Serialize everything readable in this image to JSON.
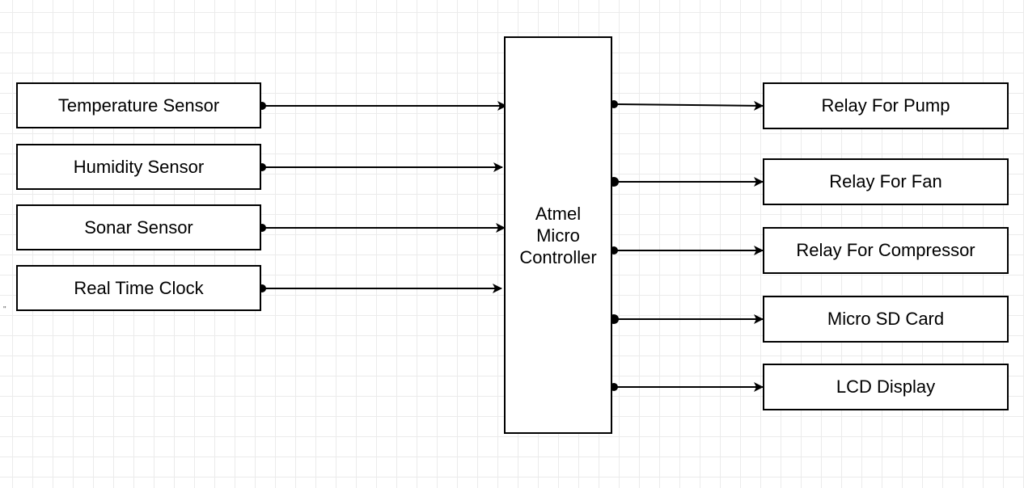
{
  "inputs": [
    {
      "id": "temperature-sensor",
      "label": "Temperature Sensor"
    },
    {
      "id": "humidity-sensor",
      "label": "Humidity Sensor"
    },
    {
      "id": "sonar-sensor",
      "label": "Sonar Sensor"
    },
    {
      "id": "real-time-clock",
      "label": "Real Time Clock"
    }
  ],
  "controller": {
    "lines": [
      "Atmel",
      "Micro",
      "Controller"
    ]
  },
  "outputs": [
    {
      "id": "relay-for-pump",
      "label": "Relay For Pump"
    },
    {
      "id": "relay-for-fan",
      "label": "Relay For Fan"
    },
    {
      "id": "relay-for-compressor",
      "label": "Relay For Compressor"
    },
    {
      "id": "micro-sd-card",
      "label": "Micro SD Card"
    },
    {
      "id": "lcd-display",
      "label": "LCD Display"
    }
  ],
  "edge_mark": "\""
}
